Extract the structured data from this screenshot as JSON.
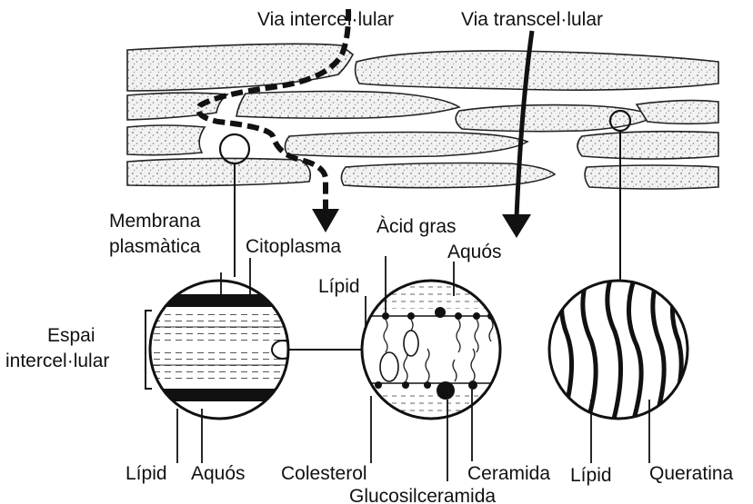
{
  "labels": {
    "via_intercel": "Via intercel·lular",
    "via_transcel": "Via transcel·lular",
    "membrana_line1": "Membrana",
    "membrana_line2": "plasmàtica",
    "citoplasma": "Citoplasma",
    "acid_gras": "Àcid gras",
    "aquos_top": "Aquós",
    "lipid_mid": "Lípid",
    "espai_line1": "Espai",
    "espai_line2": "intercel·lular",
    "lipid_left": "Lípid",
    "aquos_left": "Aquós",
    "colesterol": "Colesterol",
    "ceramida": "Ceramida",
    "glucosilceramida": "Glucosilceramida",
    "lipid_right": "Lípid",
    "queratina": "Queratina"
  }
}
